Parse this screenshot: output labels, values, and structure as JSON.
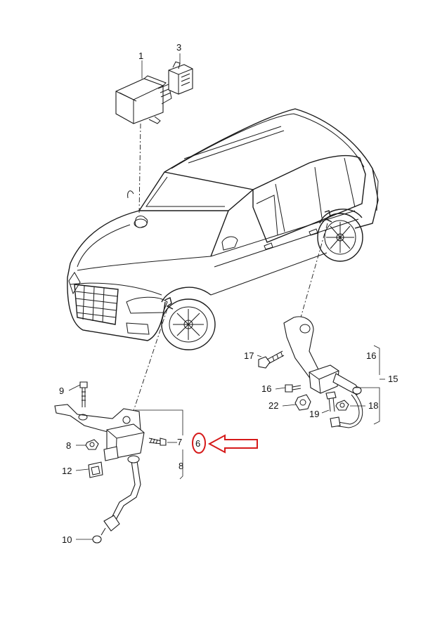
{
  "callouts": {
    "c1": "1",
    "c3": "3",
    "c6": "6",
    "c7": "7",
    "c8": "8",
    "c9": "9",
    "c10": "10",
    "c12": "12",
    "c15": "15",
    "c16a": "16",
    "c16b": "16",
    "c17": "17",
    "c18": "18",
    "c19": "19",
    "c22": "22"
  },
  "highlight": {
    "item": "6",
    "color": "#d61a1a"
  }
}
